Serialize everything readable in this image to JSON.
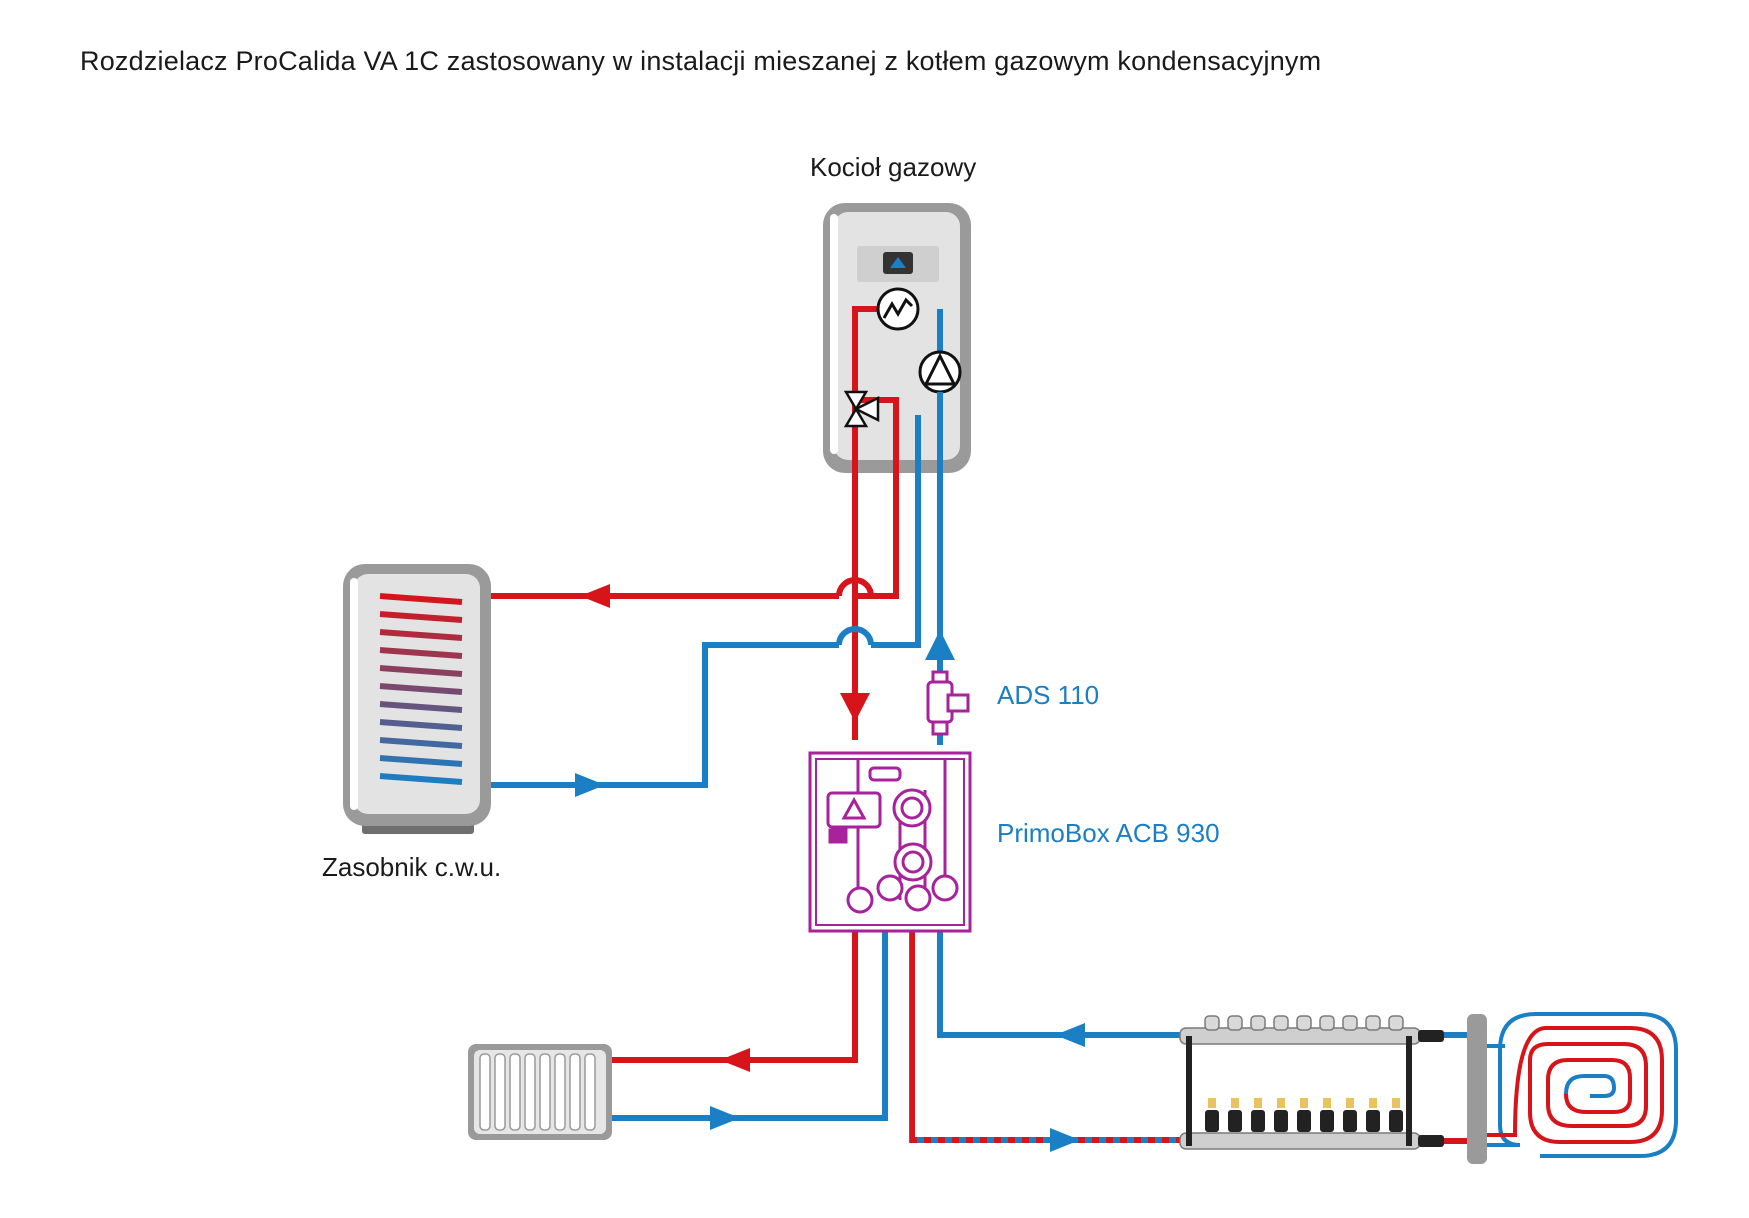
{
  "title": "Rozdzielacz ProCalida VA 1C zastosowany w instalacji mieszanej z kotłem gazowym kondensacyjnym",
  "labels": {
    "boiler": "Kocioł gazowy",
    "tank": "Zasobnik c.w.u.",
    "ads": "ADS 110",
    "primobox": "PrimoBox ACB 930"
  },
  "colors": {
    "hot": "#d7141a",
    "cold": "#1a7fc4",
    "device": "#a7229b",
    "casing": "#9a9a9a",
    "casing_inner": "#e3e3e3",
    "text": "#1a1a1a"
  },
  "icons": [
    "heat-exchanger-icon",
    "pump-icon",
    "three-way-valve-icon",
    "flow-arrow-icon",
    "radiator-icon",
    "floor-heating-loop-icon",
    "manifold-icon",
    "dirt-separator-icon"
  ]
}
